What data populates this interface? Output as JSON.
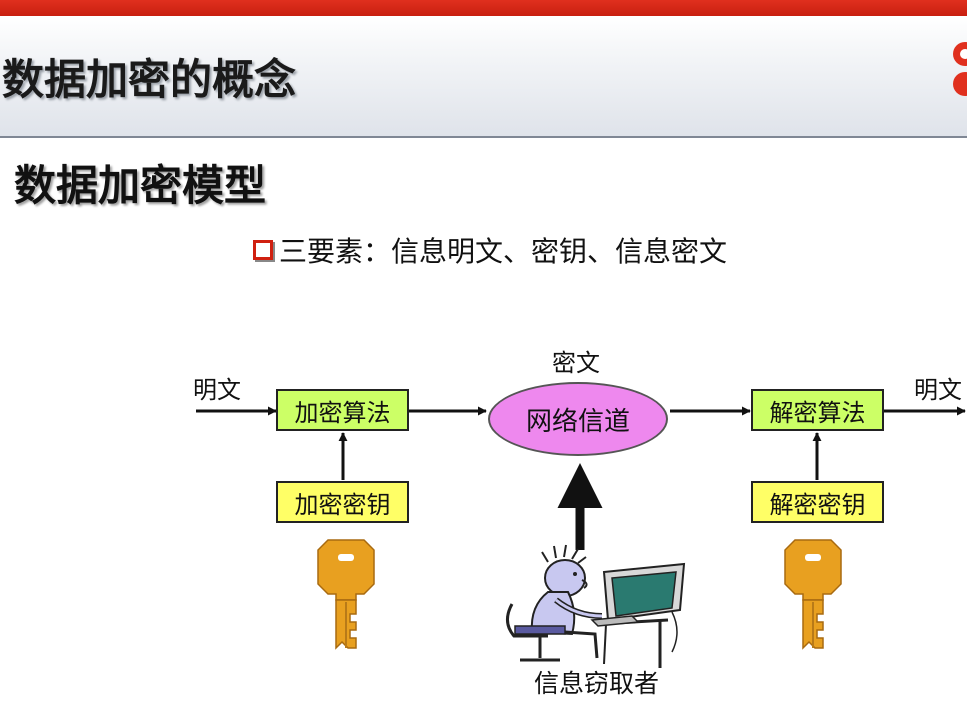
{
  "header": {
    "title": "数据加密的概念"
  },
  "subtitle": "数据加密模型",
  "bullet": "三要素：信息明文、密钥、信息密文",
  "diagram": {
    "plaintext_in": "明文",
    "plaintext_out": "明文",
    "ciphertext": "密文",
    "encrypt_algorithm": "加密算法",
    "network_channel": "网络信道",
    "decrypt_algorithm": "解密算法",
    "encrypt_key": "加密密钥",
    "decrypt_key": "解密密钥",
    "eavesdropper": "信息窃取者"
  },
  "colors": {
    "algorithm_box": "#ccff66",
    "key_box": "#ffff66",
    "channel": "#ee88ee",
    "key_icon": "#e8a020",
    "top_bar": "#d22814"
  }
}
